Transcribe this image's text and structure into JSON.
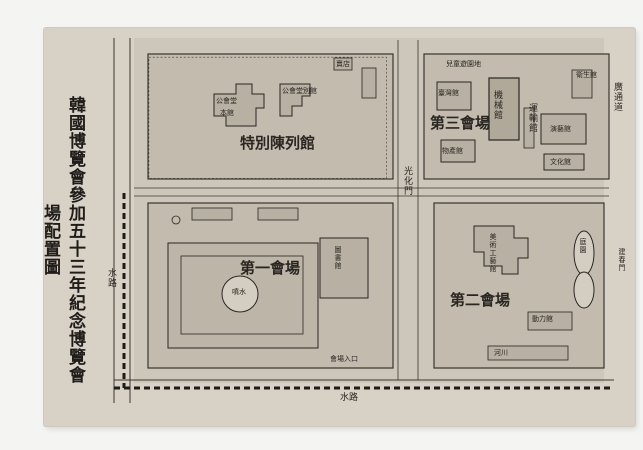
{
  "map": {
    "title": "韓國博覽會參加五十三年紀念博覽會場配置圖",
    "halls": {
      "special": "特別陳列館",
      "third": "第三會場",
      "second": "第二會場",
      "first": "第一會場"
    },
    "buildings": {
      "taiwan": "臺灣館",
      "kiln": "機械館",
      "transport": "運輸館",
      "products": "物產館",
      "sanitation": "衛生館",
      "entertainment": "演藝館",
      "culture": "文化館",
      "library": "圖書館",
      "art": "美術工藝館",
      "fountain": "噴水",
      "garden": "庭園",
      "hall_center": "公會堂",
      "hall_annex": "本館",
      "hall_east": "公會堂別館",
      "shop": "賣店",
      "pavilion": "動力館",
      "children": "兒童遊園地",
      "main_gate": "光化門"
    },
    "labels": {
      "road_east": "廣通道",
      "road_south": "水路",
      "road_west": "水路",
      "gate_east": "建春門",
      "stream": "河川",
      "sign": "會場入口"
    }
  }
}
